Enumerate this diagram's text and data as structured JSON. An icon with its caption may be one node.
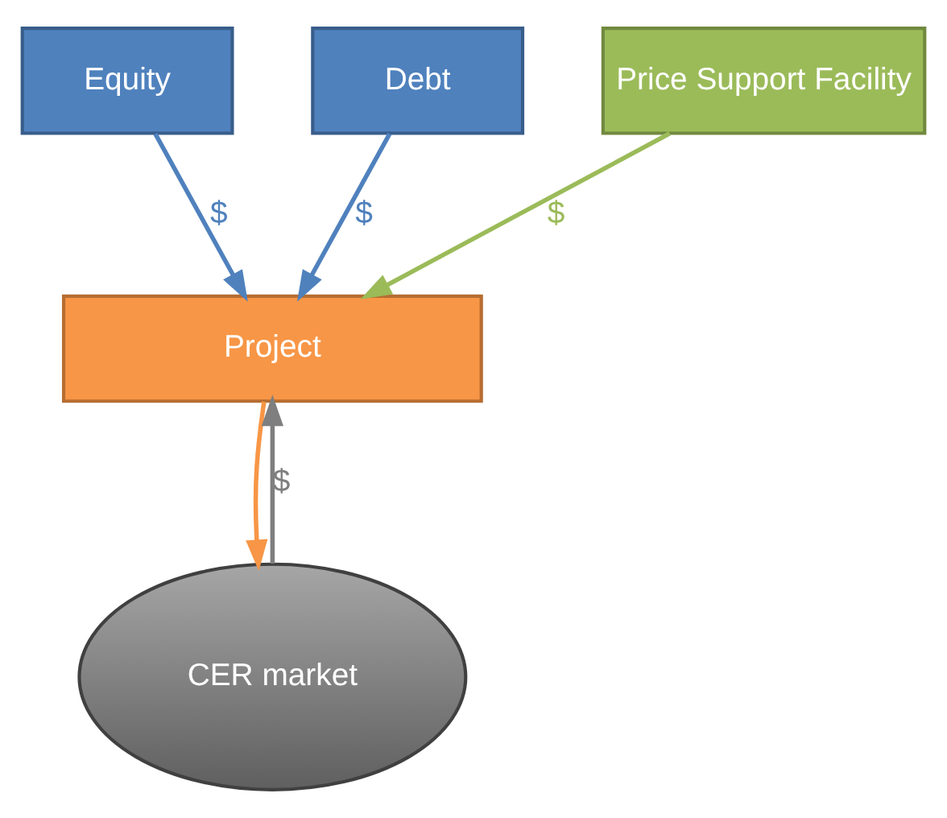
{
  "diagram": {
    "nodes": [
      {
        "text": [
          "Equity"
        ]
      },
      {
        "text": [
          "Debt"
        ]
      },
      {
        "text": [
          "Project"
        ]
      },
      {
        "text": [
          "Price Support Facility"
        ]
      },
      {
        "text": [
          "CER market"
        ]
      }
    ],
    "edges": [
      {
        "from": 0,
        "to": 2,
        "arrow": "to",
        "label": "$",
        "color": "#4f81bd"
      },
      {
        "from": 1,
        "to": 2,
        "arrow": "to",
        "label": "$",
        "color": "#4f81bd"
      },
      {
        "from": 3,
        "to": 2,
        "arrow": "to",
        "label": "$",
        "color": "#9bbb59"
      },
      {
        "from": 4,
        "to": 2,
        "arrow": "to",
        "label": "$",
        "color": "#7f7f7f"
      },
      {
        "from": 2,
        "to": 4,
        "arrow": "to",
        "color": "#f79646"
      }
    ]
  }
}
